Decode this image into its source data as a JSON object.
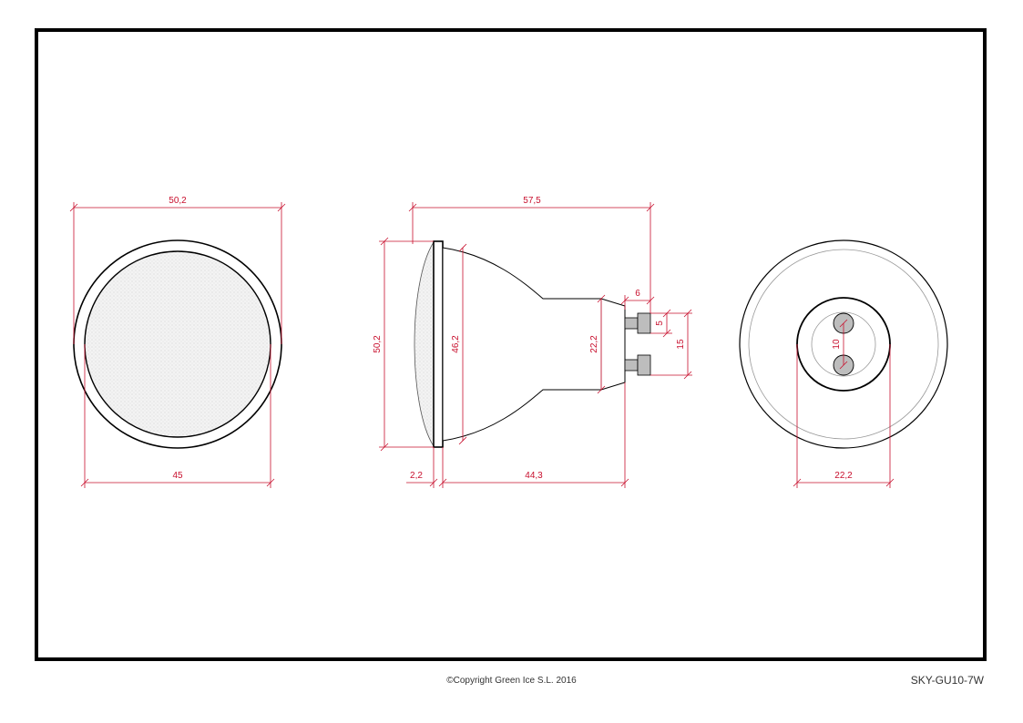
{
  "drawing": {
    "front_view": {
      "diameter_outer": "50,2",
      "diameter_inner": "45"
    },
    "side_view": {
      "overall_length": "57,5",
      "head_diameter": "50,2",
      "reflector_diameter": "46,2",
      "neck_diameter": "22,2",
      "pin_length": "6",
      "pin_width": "5",
      "pin_spacing": "15",
      "lens_thickness": "2,2",
      "body_length": "44,3"
    },
    "rear_view": {
      "base_diameter": "22,2",
      "pin_pitch": "10"
    }
  },
  "colors": {
    "dimension": "#c8102e",
    "outline": "#000000",
    "pin_fill": "#bdbdbd",
    "border": "#000000"
  },
  "footer": {
    "copyright": "©Copyright Green Ice S.L. 2016",
    "part_number": "SKY-GU10-7W"
  }
}
